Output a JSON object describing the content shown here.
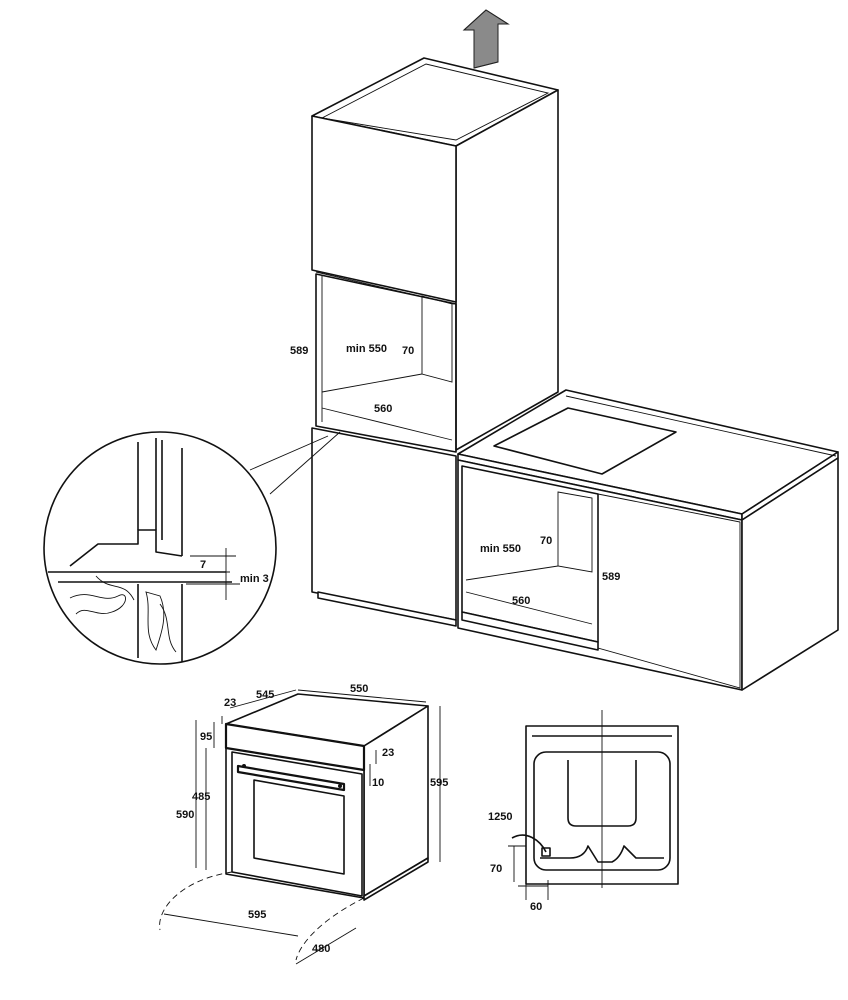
{
  "tall_cabinet": {
    "opening_height": "589",
    "min_depth": "min 550",
    "back_gap": "70",
    "opening_width": "560"
  },
  "detail": {
    "gap_top": "7",
    "gap_min": "min 3"
  },
  "counter_cabinet": {
    "min_depth": "min 550",
    "back_gap": "70",
    "opening_width": "560",
    "opening_height": "589"
  },
  "oven": {
    "front_offset": "23",
    "depth_body": "545",
    "width_body": "550",
    "panel_height": "95",
    "top_gap": "23",
    "handle_gap": "10",
    "inner_height": "485",
    "front_height": "590",
    "total_height": "595",
    "front_width": "595",
    "door_open_depth": "480"
  },
  "rear_view": {
    "cable_length": "1250",
    "socket_height": "70",
    "socket_offset": "60"
  }
}
